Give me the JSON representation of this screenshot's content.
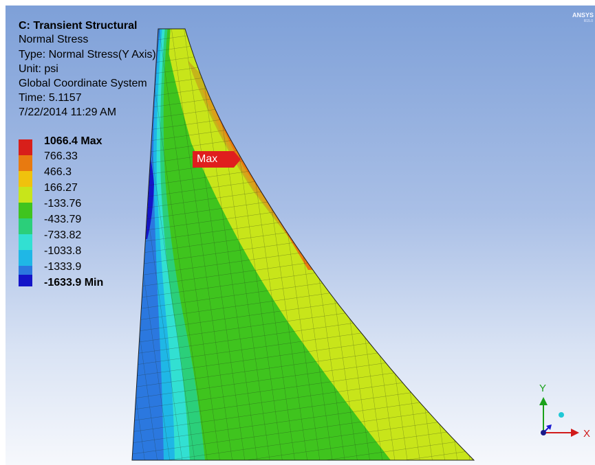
{
  "header": {
    "title": "C: Transient Structural",
    "result_name": "Normal Stress",
    "type": "Type: Normal Stress(Y Axis)",
    "unit": "Unit: psi",
    "coord_system": "Global Coordinate System",
    "time": "Time: 5.1157",
    "date": "7/22/2014 11:29 AM"
  },
  "legend": [
    {
      "label": "1066.4 Max",
      "color": "#d81f1a"
    },
    {
      "label": "766.33",
      "color": "#e87a10"
    },
    {
      "label": "466.3",
      "color": "#f0c20d"
    },
    {
      "label": "166.27",
      "color": "#c8e51a"
    },
    {
      "label": "-133.76",
      "color": "#3fc41e"
    },
    {
      "label": "-433.79",
      "color": "#2bcf7a"
    },
    {
      "label": "-733.82",
      "color": "#32e0d2"
    },
    {
      "label": "-1033.8",
      "color": "#1fb7e6"
    },
    {
      "label": "-1333.9",
      "color": "#2b78df"
    },
    {
      "label": "-1633.9 Min",
      "color": "#1414c8"
    }
  ],
  "probe_label": "Max",
  "brand": {
    "name": "ANSYS",
    "version": "R15.0"
  },
  "triad": {
    "x_label": "X",
    "y_label": "Y"
  }
}
